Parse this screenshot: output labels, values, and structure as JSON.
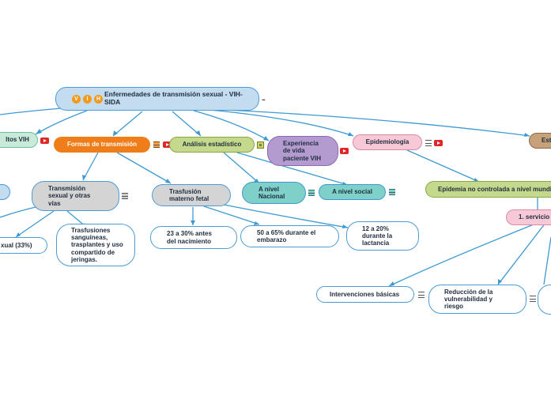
{
  "root": {
    "title": "Enfermedades de transmisión sexual - VIH-SIDA",
    "badge_letters": [
      "V",
      "I",
      "H"
    ],
    "more": "..."
  },
  "branches": {
    "altos": "ltos VIH",
    "formas": "Formas de transmisión",
    "analisis": "Análisis estadístico",
    "experiencia": "Experiencia de vida paciente VIH",
    "epidemiologia": "Epidemiología",
    "est": "Est"
  },
  "formas_children": {
    "transmision_sexual": "Transmisión sexual y otras vías",
    "trasfusion": "Trasfusión materno fetal"
  },
  "sexual_children": {
    "xual": "xual (33%)",
    "trasfusiones": "Trasfusiones sanguíneas, trasplantes y uso compartido de jeringas."
  },
  "trasfusion_children": {
    "nacimiento": "23 a 30% antes del nacimiento",
    "embarazo": "50 a 65% durante el embarazo",
    "lactancia": "12 a 20% durante la lactancia"
  },
  "analisis_children": {
    "nacional": "A nivel Nacional",
    "social": "A nivel social"
  },
  "epidemiologia_children": {
    "epidemia": "Epidemia no controlada a nivel mundi",
    "servicio": "1. servicio"
  },
  "servicio_children": {
    "intervenciones": "Intervenciones básicas",
    "reduccion": "Reducción de la vulnerabilidad y riesgo"
  },
  "colors": {
    "edge": "#3d9ad1",
    "root_fill": "#c4dcf0",
    "orange": "#ef7d1a",
    "green": "#c5d98d",
    "purple": "#b39bd0",
    "pink": "#f7c9d7",
    "teal": "#7fd0c8",
    "gray": "#d4d4d4",
    "brown": "#c7a17a",
    "mint": "#c9ead9"
  }
}
